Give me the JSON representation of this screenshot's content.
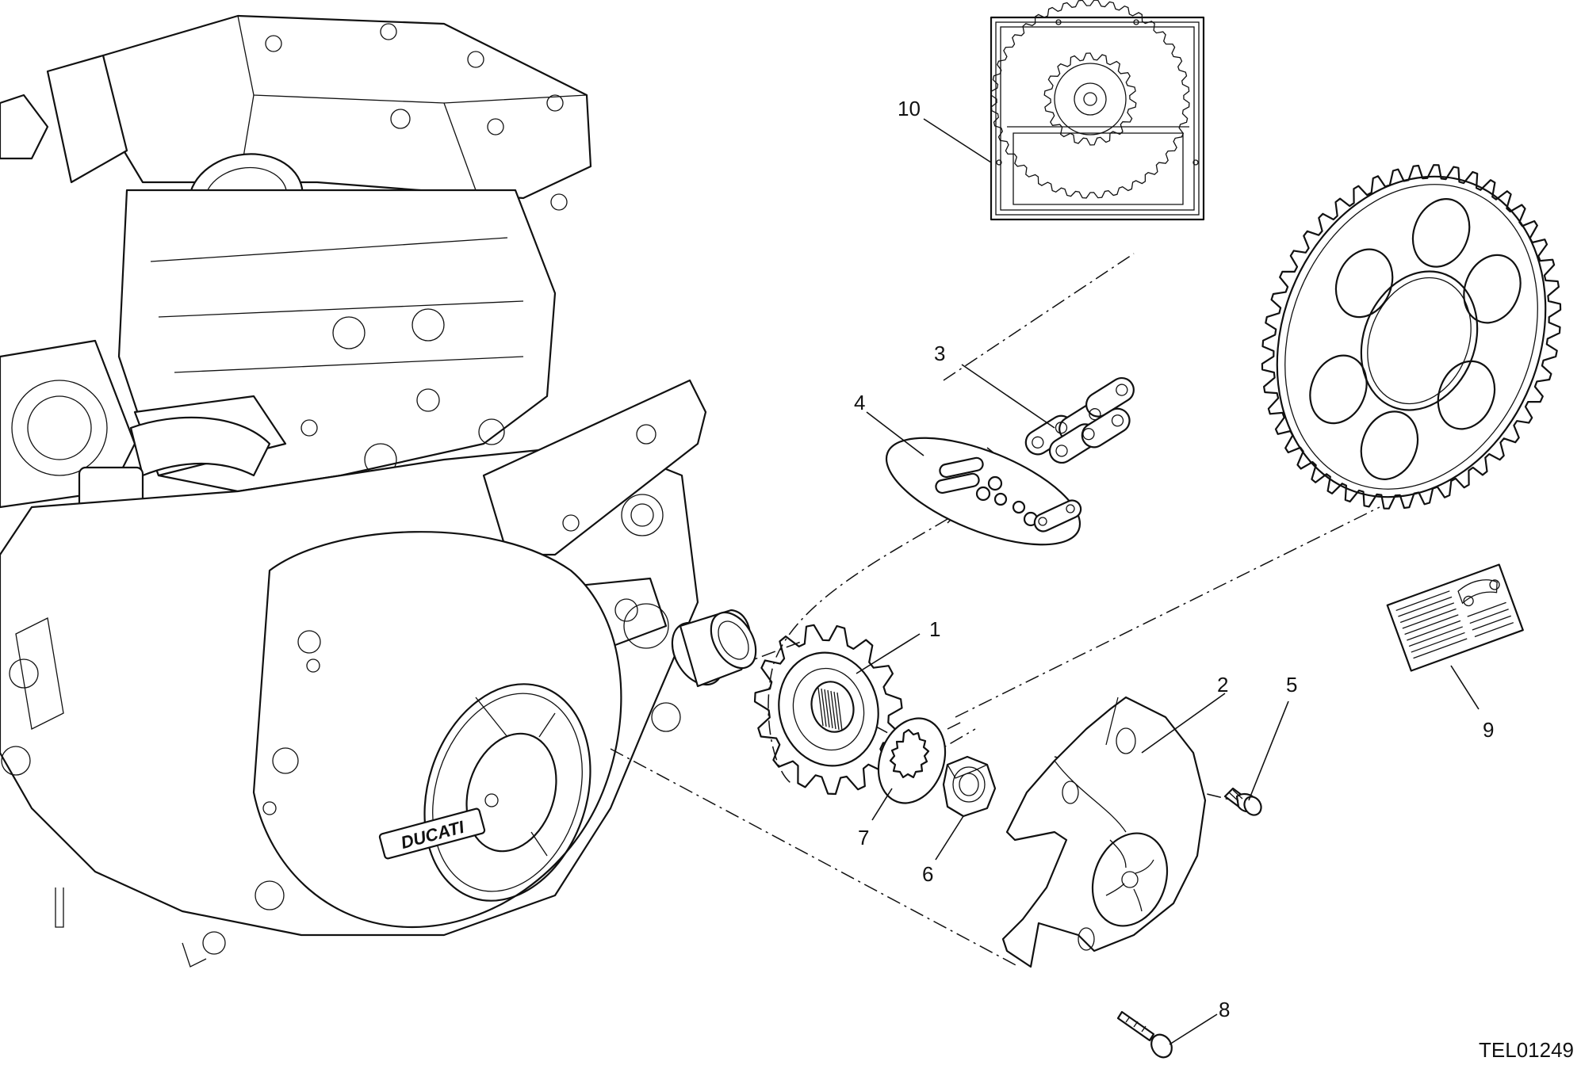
{
  "drawing_code": "TEL01249",
  "engine_logo": "DUCATI",
  "callouts": [
    "1",
    "2",
    "3",
    "4",
    "5",
    "6",
    "7",
    "8",
    "9",
    "10"
  ]
}
